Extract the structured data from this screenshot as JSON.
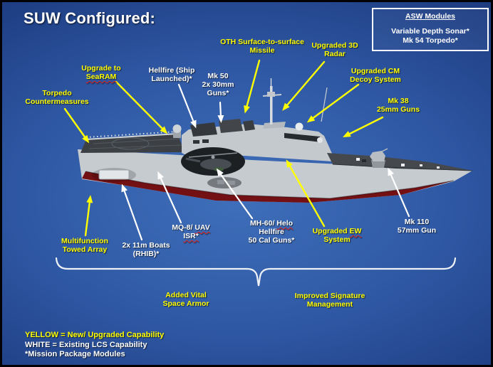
{
  "slide": {
    "title": "SUW Configured:"
  },
  "asw_box": {
    "title": "ASW Modules",
    "items": [
      "Variable Depth Sonar*",
      "Mk 54 Torpedo*"
    ]
  },
  "callouts": {
    "torpedo_cm": {
      "l1": "Torpedo",
      "l2": "Countermeasures"
    },
    "searam": {
      "l1": "Upgrade to",
      "l2": "SeaRAM"
    },
    "hellfire_ship": {
      "l1": "Hellfire (Ship",
      "l2": "Launched)*"
    },
    "mk50": {
      "l1": "Mk 50",
      "l2": "2x 30mm",
      "l3": "Guns*"
    },
    "oth": {
      "l1": "OTH Surface-to-surface",
      "l2": "Missile"
    },
    "radar3d": {
      "l1": "Upgraded 3D",
      "l2": "Radar"
    },
    "cm_decoy": {
      "l1": "Upgraded CM",
      "l2": "Decoy System"
    },
    "mk38": {
      "l1": "Mk 38",
      "l2": "25mm Guns"
    },
    "towed_array": {
      "l1": "Multifunction",
      "l2": "Towed Array"
    },
    "boats": {
      "l1": "2x 11m  Boats",
      "l2": "(RHIB)*"
    },
    "mq8": {
      "l1a": "MQ-8/ ",
      "l1b": "UAV",
      "l2": "ISR*"
    },
    "mh60": {
      "l1a": "MH-60/ ",
      "l1b": "Helo",
      "l2": "Hellfire",
      "l3": "50 Cal Guns*"
    },
    "ew": {
      "l1a": "Upgraded ",
      "l1b": "EW",
      "l2": "System"
    },
    "mk110": {
      "l1": "Mk 110",
      "l2": "57mm Gun"
    }
  },
  "brace_labels": {
    "armor": {
      "l1": "Added Vital",
      "l2": "Space Armor"
    },
    "signature": {
      "l1": "Improved Signature",
      "l2": "Management"
    }
  },
  "legend": {
    "yellow": "YELLOW = New/ Upgraded Capability",
    "white": "WHITE = Existing LCS Capability",
    "mission": "*Mission Package Modules"
  },
  "colors": {
    "new_capability": "#ffff00",
    "existing_capability": "#ffffff",
    "hull_gray": "#c6cbd0",
    "hull_red": "#731014",
    "squiggle_red": "#e8241f"
  }
}
